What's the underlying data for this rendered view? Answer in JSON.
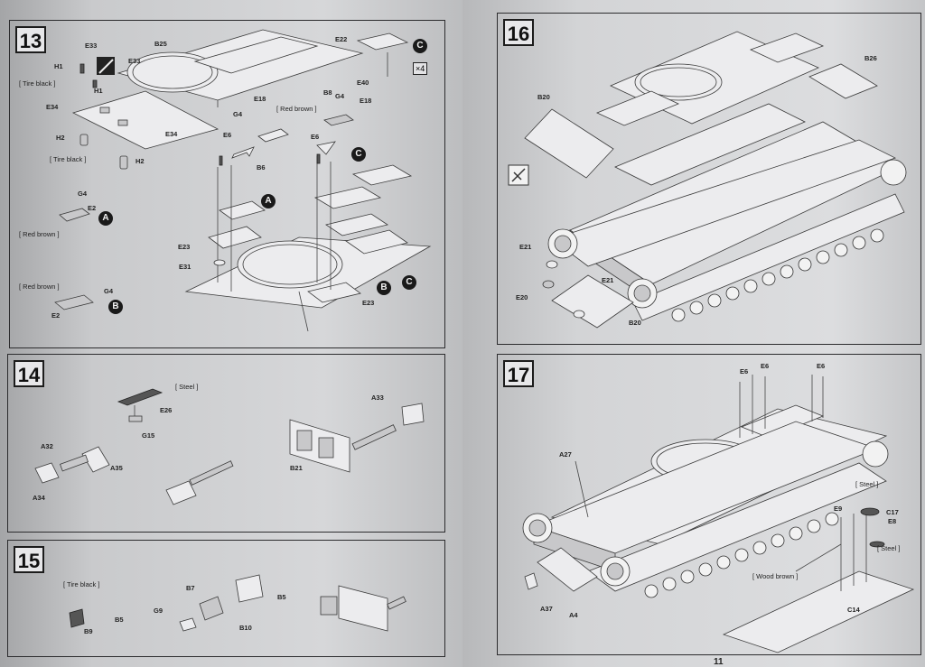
{
  "page_number": "11",
  "steps": {
    "s13": {
      "number": "13"
    },
    "s14": {
      "number": "14"
    },
    "s15": {
      "number": "15"
    },
    "s16": {
      "number": "16"
    },
    "s17": {
      "number": "17"
    }
  },
  "markers": {
    "A": "A",
    "B": "B",
    "C": "C"
  },
  "multiplier": "×4",
  "notes": {
    "tire_black": "[ Tire black ]",
    "red_brown": "[ Red brown ]",
    "steel": "[ Steel ]",
    "wood_brown": "[ Wood brown ]"
  },
  "parts": {
    "E33": "E33",
    "H1": "H1",
    "E34": "E34",
    "H2": "H2",
    "B25": "B25",
    "E22": "E22",
    "E40": "E40",
    "B8": "B8",
    "G4": "G4",
    "E18": "E18",
    "E6": "E6",
    "B6": "B6",
    "E23": "E23",
    "E31": "E31",
    "E2": "E2",
    "E26": "E26",
    "G15": "G15",
    "A33": "A33",
    "A32": "A32",
    "A35": "A35",
    "A34": "A34",
    "B21": "B21",
    "B7": "B7",
    "B5": "B5",
    "G9": "G9",
    "B9": "B9",
    "B10": "B10",
    "B26": "B26",
    "B20": "B20",
    "E21": "E21",
    "E20": "E20",
    "A27": "A27",
    "E9": "E9",
    "C17": "C17",
    "E8": "E8",
    "C14": "C14",
    "A37": "A37",
    "A4": "A4"
  },
  "icons": [
    "no-glue-icon",
    "glue-tool-icon"
  ]
}
